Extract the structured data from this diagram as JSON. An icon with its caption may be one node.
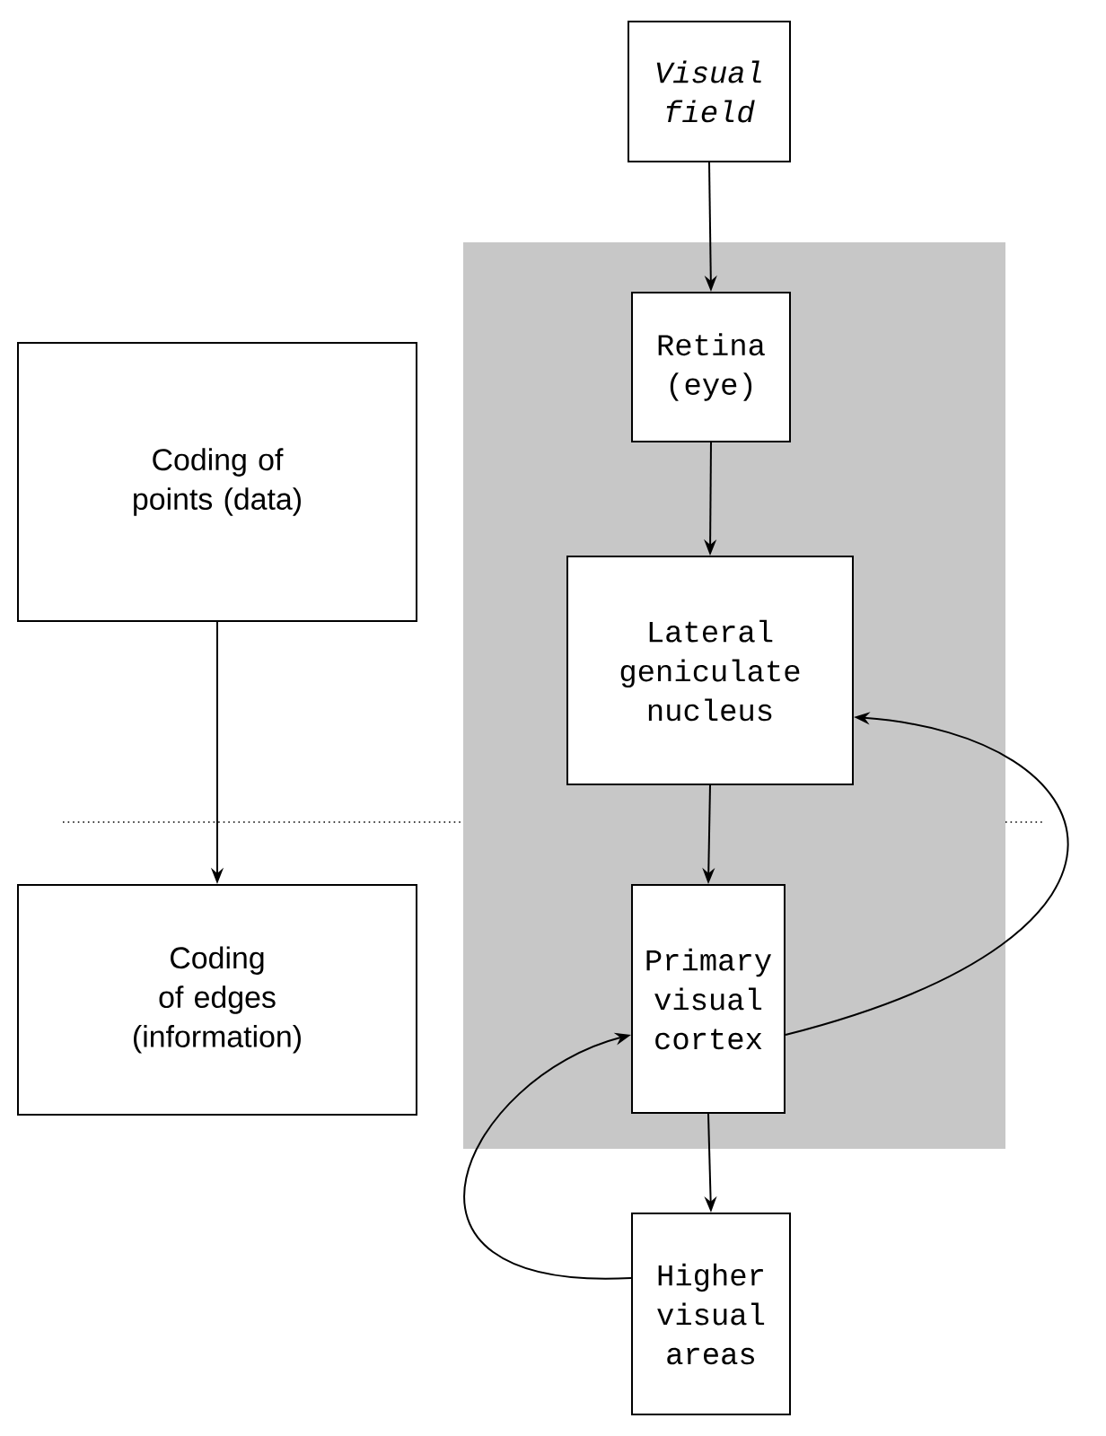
{
  "diagram": {
    "nodes": [
      {
        "text": [
          "Visual field"
        ]
      },
      {
        "text": [],
        "shape": "box"
      },
      {
        "text": [
          "Retina (eye)"
        ],
        "in": 1
      },
      {
        "text": [
          "Lateral geniculate nucleus"
        ],
        "in": 1
      },
      {
        "text": [
          "Primary visual cortex"
        ],
        "in": 1
      },
      {
        "text": [
          "Coding of points (data)"
        ]
      },
      {
        "text": [
          "Coding of edges (information)"
        ]
      },
      {
        "text": [
          "Higher visual areas"
        ]
      }
    ],
    "edges": [
      {
        "from": 0,
        "to": 2,
        "arrow": "to"
      },
      {
        "from": 2,
        "to": 3,
        "arrow": "to"
      },
      {
        "from": 3,
        "to": 4,
        "arrow": "to"
      },
      {
        "from": 4,
        "to": 7,
        "arrow": "to"
      },
      {
        "from": 4,
        "to": 3,
        "arrow": "to"
      },
      {
        "from": 7,
        "to": 4,
        "arrow": "to"
      },
      {
        "from": 5,
        "to": 6,
        "arrow": "to"
      }
    ]
  }
}
